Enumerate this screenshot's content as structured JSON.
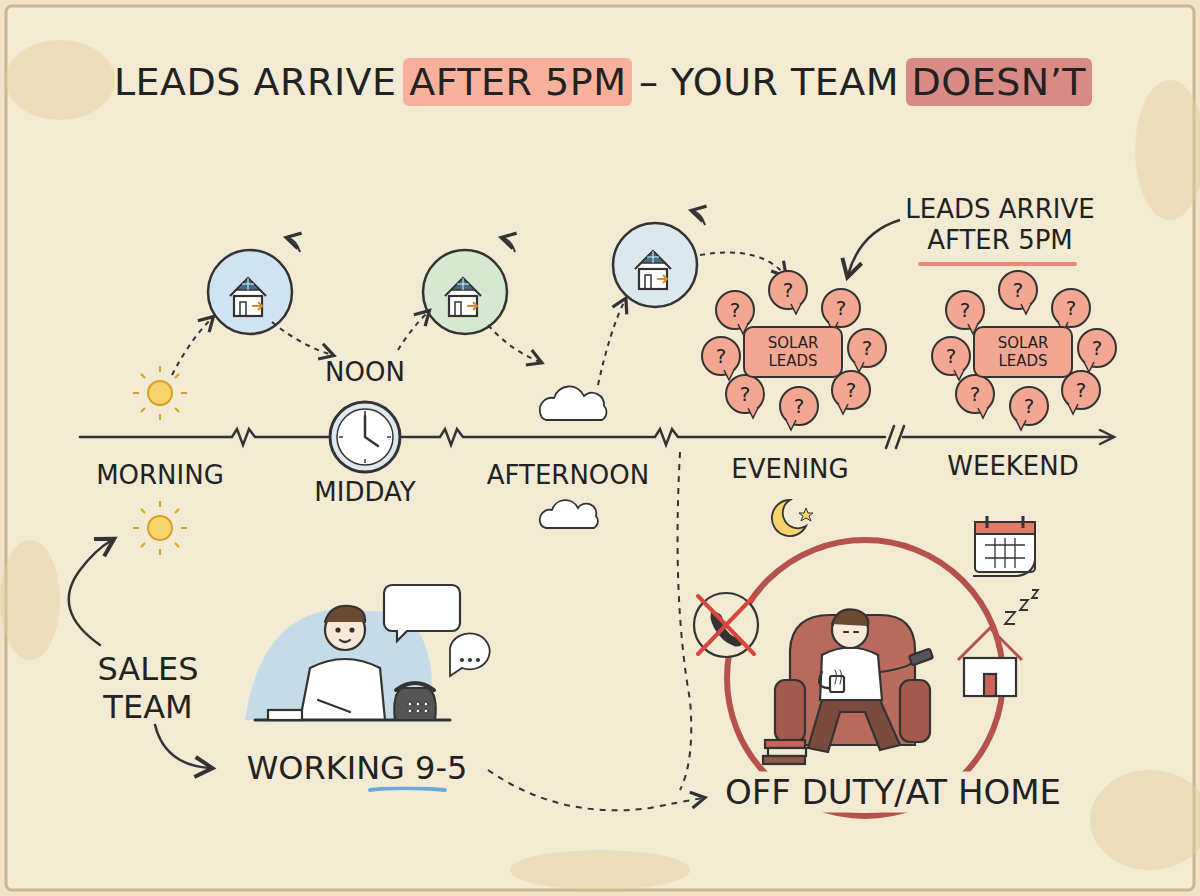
{
  "diagram": {
    "title": "LEADS ARRIVE AFTER 5PM – YOUR TEAM DOESN’T",
    "nodes": [
      {
        "text": [
          "SOLAR LEADS"
        ]
      },
      {
        "text": [
          "SOLAR LEADS"
        ]
      }
    ],
    "labels": [
      "NOON",
      "MORNING",
      "MIDDAY",
      "AFTERNOON",
      "EVENING",
      "WEEKEND",
      "LEADS ARRIVE AFTER 5PM",
      "?",
      "?",
      "?",
      "?",
      "?",
      "?",
      "?",
      "?",
      "?",
      "?",
      "?",
      "?",
      "?",
      "?",
      "?",
      "?",
      "SALES TEAM",
      "WORKING 9-5",
      "OFF DUTY/AT HOME"
    ]
  }
}
